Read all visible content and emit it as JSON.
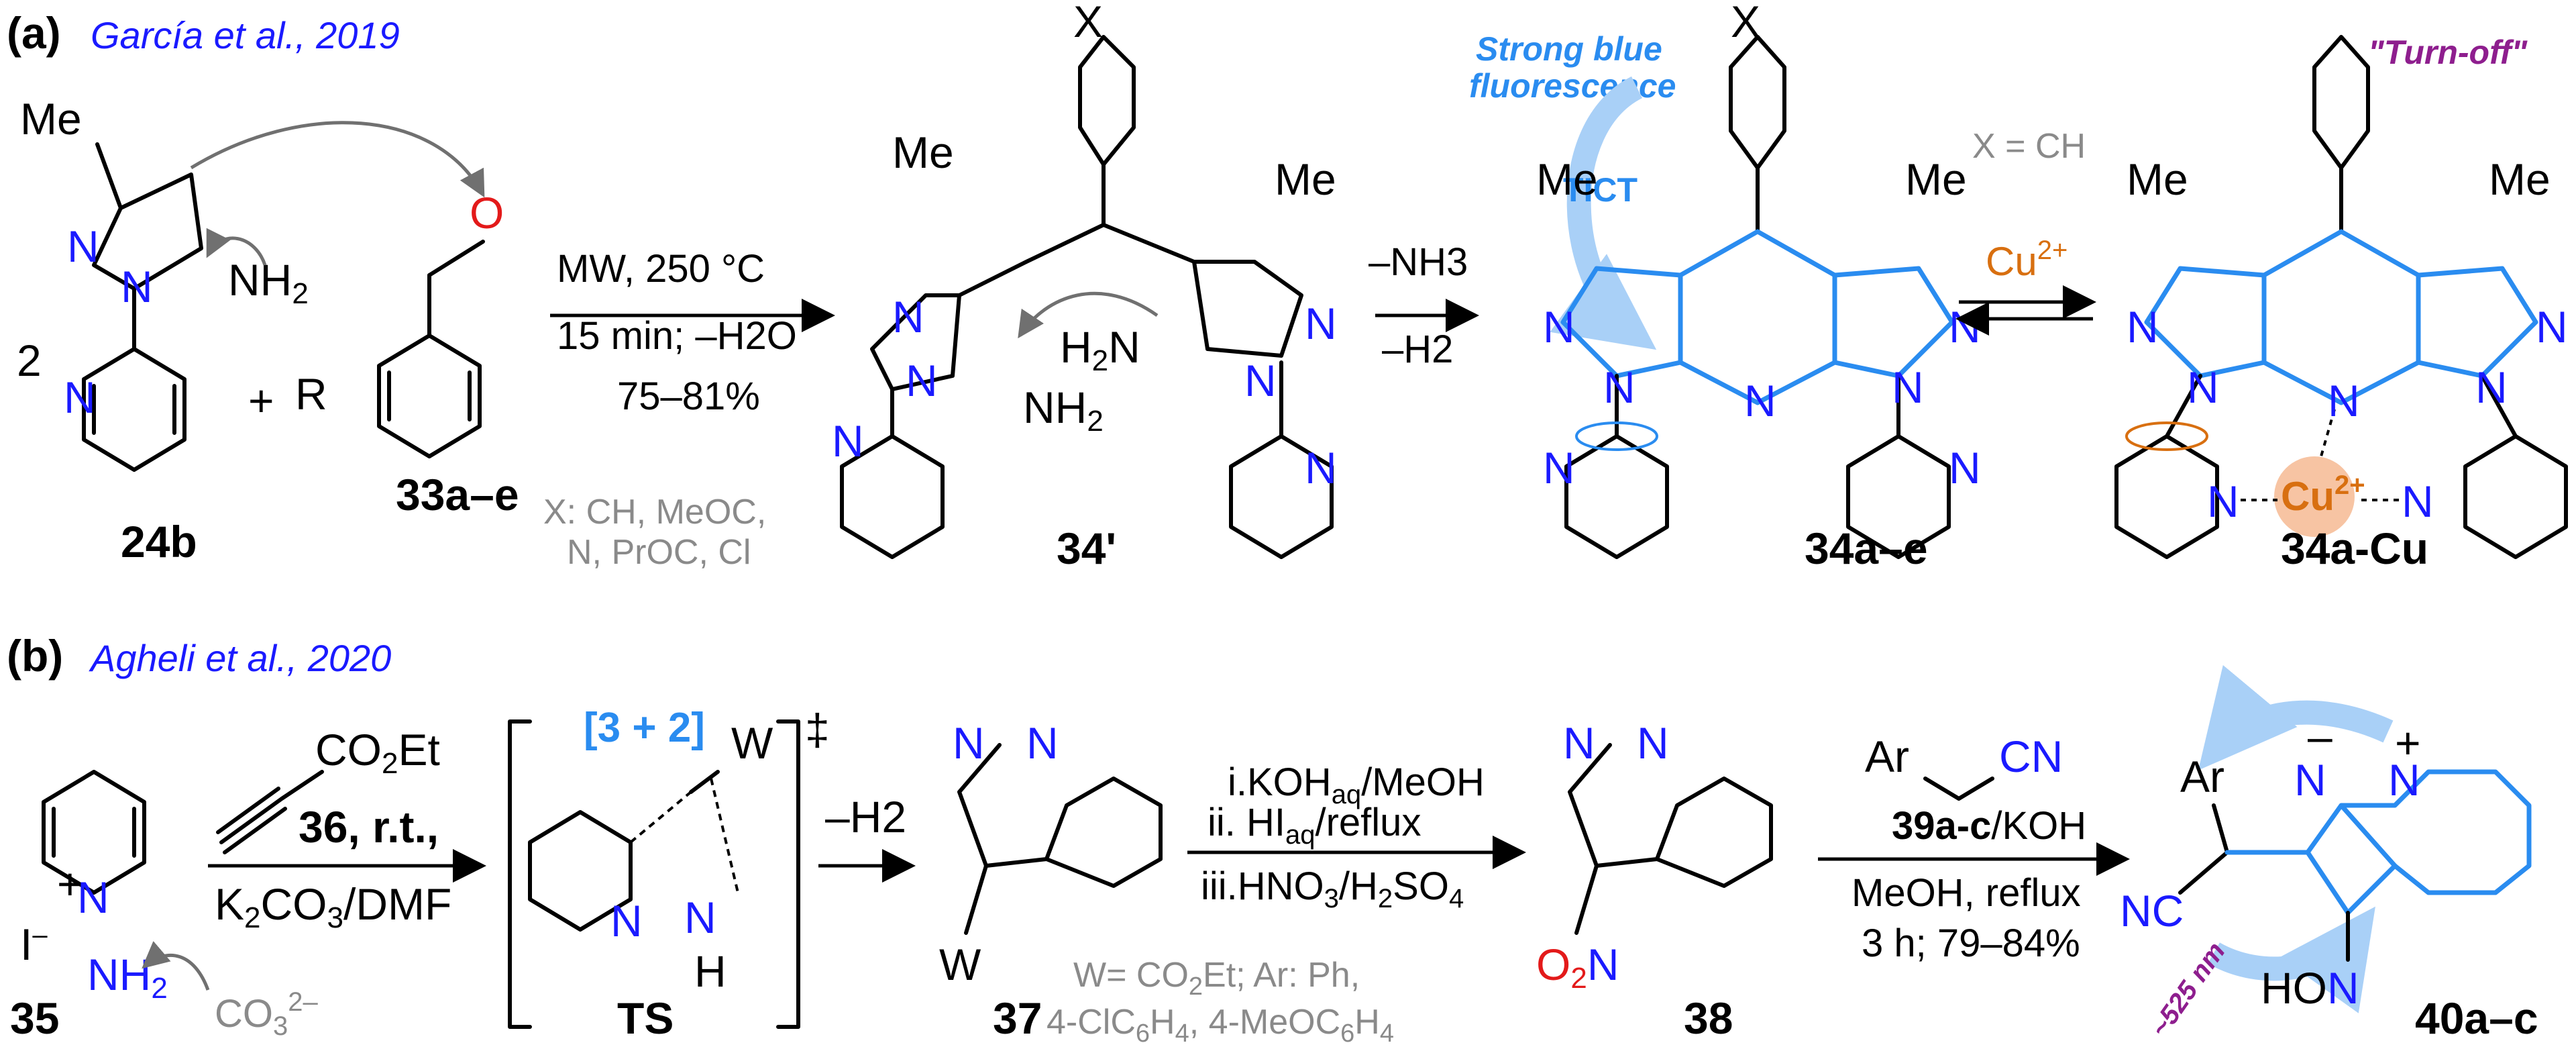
{
  "panel_a": {
    "label": "(a)",
    "citation": "García et al., 2019",
    "reactant_coef": "2",
    "plus": "+",
    "cmpd_24b": "24b",
    "cmpd_33": "33a–e",
    "cond1_line1": "MW, 250 °C",
    "cond1_line2": "15 min; –H2O",
    "cond1_yield": "75–81%",
    "substituents_line1": "X: CH, MeOC,",
    "substituents_line2": "N, PrOC, Cl",
    "cmpd_34p": "34'",
    "cond2_line1": "–NH3",
    "cond2_line2": "–H2",
    "strong_blue_1": "Strong blue",
    "strong_blue_2": "fluorescence",
    "tict": "TICT",
    "x_eq": "X = CH",
    "cu_label": "Cu2+",
    "turn_off": "\"Turn-off\"",
    "cmpd_34": "34a–e",
    "cmpd_34cu": "34a-Cu",
    "me": "Me",
    "x": "X",
    "r": "R"
  },
  "panel_b": {
    "label": "(b)",
    "citation": "Agheli et al., 2020",
    "cmpd_35": "35",
    "carbonate": "CO32–",
    "reagent_36": "CO2Et",
    "cond_36": "36, r.t.,",
    "cond_36b": "K2CO3/DMF",
    "cyclo": "[3 + 2]",
    "ts": "TS",
    "dagger": "‡",
    "w": "W",
    "minus_h2": "–H2",
    "cmpd_37": "37",
    "w_def_1": "W= CO2Et; Ar: Ph,",
    "w_def_2": "4-ClC6H4, 4-MeOC6H4",
    "step_i": "i.KOHaq/MeOH",
    "step_ii": "ii. HIaq/reflux",
    "step_iii": "iii.HNO3/H2SO4",
    "cmpd_38": "38",
    "reagent_39": "39a-c/KOH",
    "cond_39b": "MeOH, reflux",
    "cond_39c": "3 h; 79–84%",
    "nm": "~525 nm",
    "cmpd_40": "40a–c"
  }
}
